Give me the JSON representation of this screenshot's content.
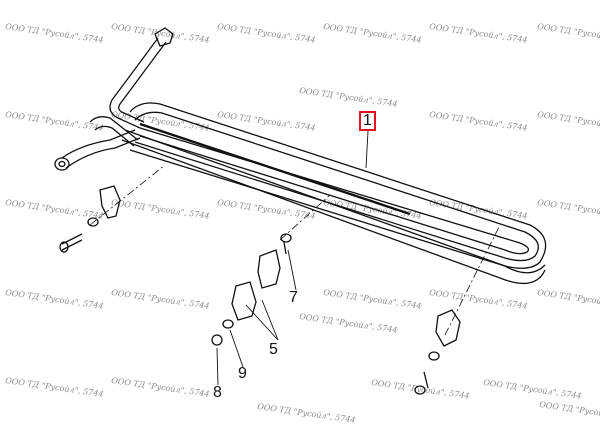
{
  "watermark": "ООО ТД \"Русойл\", 5744",
  "labels": {
    "p1": "1",
    "p5": "5",
    "p7": "7",
    "p8": "8",
    "p9": "9"
  },
  "colors": {
    "highlight": "#e0141e",
    "line": "#111111",
    "watermark": "#8a8a8a"
  }
}
